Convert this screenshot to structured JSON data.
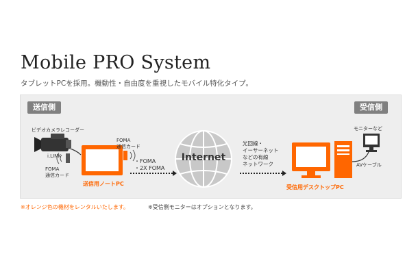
{
  "header": {
    "title": "Mobile PRO System",
    "subtitle": "タブレットPCを採用。機動性・自由度を重視したモバイル特化タイプ。"
  },
  "diagram": {
    "send_tag": "送信側",
    "receive_tag": "受信側",
    "video_camera_label": "ビデオカメラレコーダー",
    "ilink_label": "i.LINK",
    "foma_card_left": [
      "FOMA",
      "通信カード"
    ],
    "foma_card_top": [
      "FOMA",
      "通信カード"
    ],
    "network_lines": [
      "・FOMA",
      "・2X FOMA"
    ],
    "internet_label": "Internet",
    "line_labels": [
      "光回線・",
      "イーサーネット",
      "などの有線",
      "ネットワーク"
    ],
    "notebook_label": "送信用ノートPC",
    "desktop_label": "受信用デスクトップPC",
    "monitor_label": "モニターなど",
    "av_cable_label": "AVケーブル"
  },
  "notes": {
    "orange_note": "※オレンジ色の機材をレンタルいたします。",
    "grey_note": "※受信側モニターはオプションとなります。"
  },
  "colors": {
    "accent_orange": "#ff6600",
    "tag_gray": "#808080",
    "panel_bg": "#eeeeee",
    "globe_gray": "#c8c8c8"
  }
}
